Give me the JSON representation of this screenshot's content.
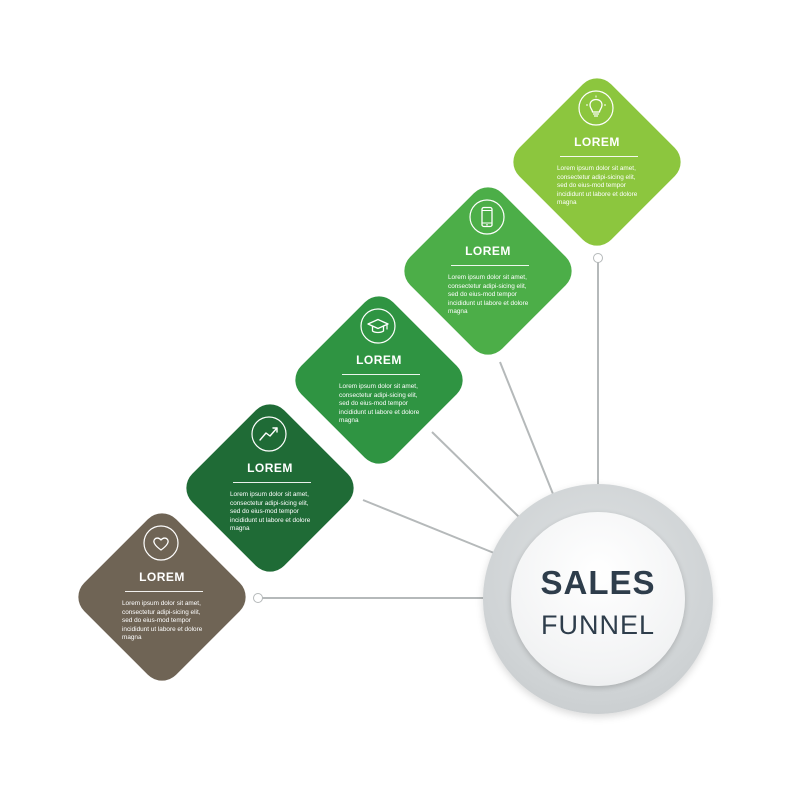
{
  "hub": {
    "title": "SALES",
    "subtitle": "FUNNEL"
  },
  "steps": [
    {
      "title": "LOREM",
      "body": "Lorem ipsum dolor sit amet, consectetur adipi-sicing elit, sed do eius-mod tempor incididunt ut labore et dolore magna",
      "icon": "heart-icon",
      "color": "#6f6455"
    },
    {
      "title": "LOREM",
      "body": "Lorem ipsum dolor sit amet, consectetur adipi-sicing elit, sed do eius-mod tempor incididunt ut labore et dolore magna",
      "icon": "growth-chart-icon",
      "color": "#1f6b36"
    },
    {
      "title": "LOREM",
      "body": "Lorem ipsum dolor sit amet, consectetur adipi-sicing elit, sed do eius-mod tempor incididunt ut labore et dolore magna",
      "icon": "graduation-cap-icon",
      "color": "#2f9442"
    },
    {
      "title": "LOREM",
      "body": "Lorem ipsum dolor sit amet, consectetur adipi-sicing elit, sed do eius-mod tempor incididunt ut labore et dolore magna",
      "icon": "smartphone-icon",
      "color": "#4cae48"
    },
    {
      "title": "LOREM",
      "body": "Lorem ipsum dolor sit amet, consectetur adipi-sicing elit, sed do eius-mod tempor incididunt ut labore et dolore magna",
      "icon": "lightbulb-icon",
      "color": "#8cc63e"
    }
  ],
  "colors": {
    "connector": "#b5b9ba",
    "hub_text": "#2e3d4b"
  }
}
